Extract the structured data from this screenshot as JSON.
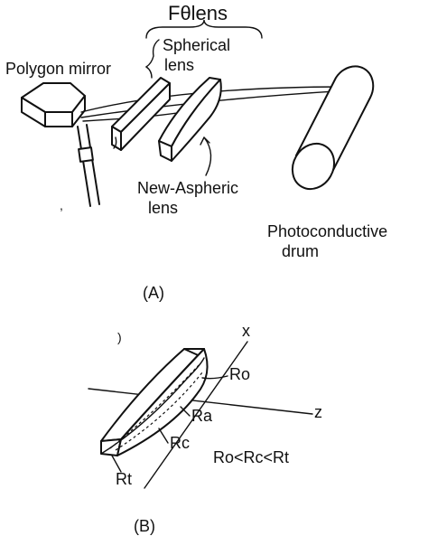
{
  "panel_a": {
    "label": "(A)",
    "ftheta_lens": "Fθlens",
    "spherical_lens": [
      "Spherical",
      "lens"
    ],
    "polygon_mirror": "Polygon mirror",
    "new_aspheric_lens": [
      "New-Aspheric",
      "lens"
    ],
    "photoconductive_drum": [
      "Photoconductive",
      "drum"
    ]
  },
  "panel_b": {
    "label": "(B)",
    "axis_x": "x",
    "axis_z": "z",
    "r_o": "Ro",
    "r_a": "Ra",
    "r_c": "Rc",
    "r_t": "Rt",
    "relation": "Ro<Rc<Rt"
  }
}
